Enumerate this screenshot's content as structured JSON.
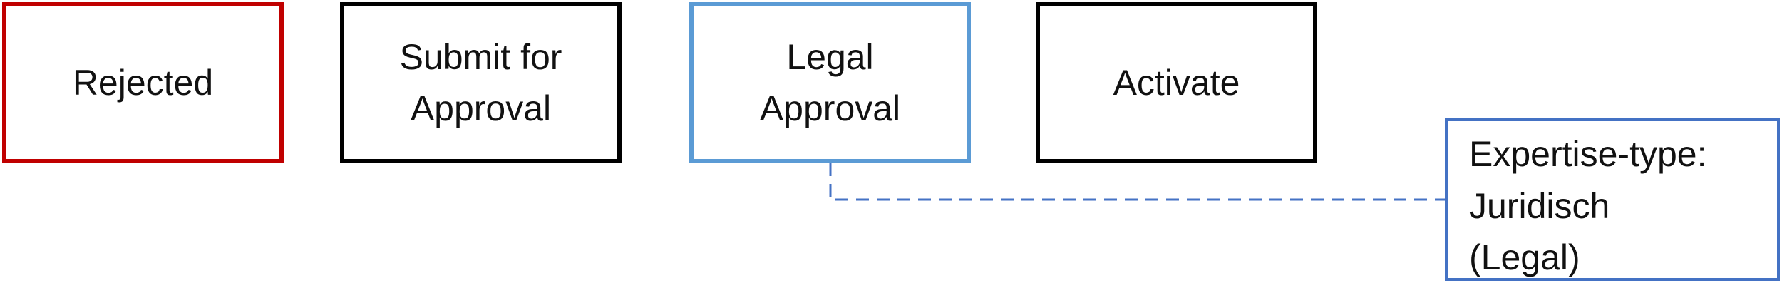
{
  "nodes": {
    "rejected": {
      "label": "Rejected",
      "border_color": "#c00000"
    },
    "submit_for_approval": {
      "label": "Submit for\nApproval",
      "border_color": "#000000"
    },
    "legal_approval": {
      "label": "Legal\nApproval",
      "border_color": "#5b9bd5"
    },
    "activate": {
      "label": "Activate",
      "border_color": "#000000"
    }
  },
  "annotation": {
    "text": "Expertise-type:\nJuridisch\n(Legal)",
    "border_color": "#4472c4",
    "connector_color": "#4472c4",
    "attached_to": "Legal\nApproval"
  }
}
